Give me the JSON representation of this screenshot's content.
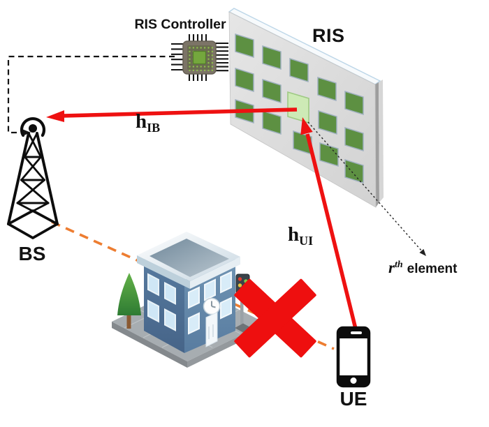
{
  "labels": {
    "ris_controller": "RIS Controller",
    "ris": "RIS",
    "bs": "BS",
    "ue": "UE"
  },
  "channels": {
    "ib": {
      "symbol": "h",
      "subscript": "IB"
    },
    "ui": {
      "symbol": "h",
      "subscript": "UI"
    }
  },
  "annotation": {
    "variable": "r",
    "superscript": "th",
    "label": "element"
  },
  "ris_grid": {
    "rows": 3,
    "cols": 5,
    "highlighted_row": 2,
    "highlighted_col": 3
  },
  "icons": {
    "chip": "ris-controller-chip-icon",
    "panel": "ris-panel",
    "tower": "bs-tower-icon",
    "building": "blocking-building-icon",
    "tree": "tree-icon",
    "traffic_light": "traffic-light-icon",
    "phone": "ue-phone-icon",
    "cross": "blocked-cross-icon"
  },
  "colors": {
    "arrow_red": "#ee1111",
    "cross_red": "#ee0f0f",
    "blocked_path_orange": "#ed7d31",
    "ris_element_green": "#5d9042",
    "ris_element_highlight_green": "#cdeab6",
    "panel_gray": "#dcdcdc",
    "chip_green": "#74a73d",
    "building_blue": "#5d81a6",
    "ink_black": "#0d0d0d"
  }
}
